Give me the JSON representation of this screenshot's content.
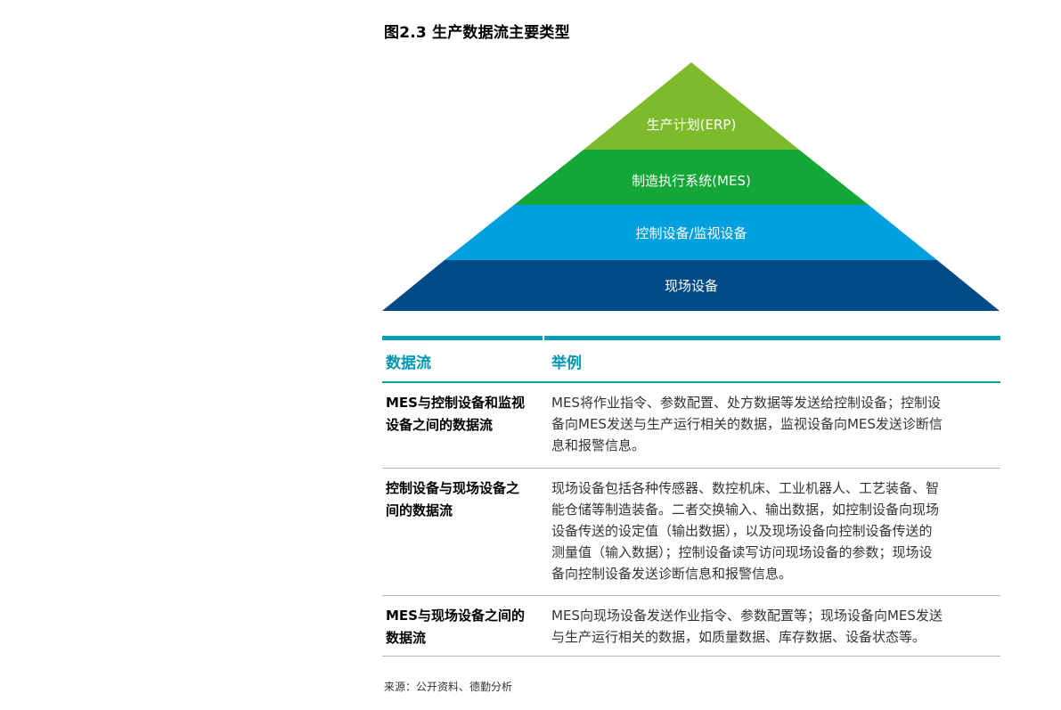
{
  "figure": {
    "title": "图2.3 生产数据流主要类型"
  },
  "pyramid": {
    "layers": [
      {
        "label": "生产计划(ERP)",
        "color": "#7dbb2d"
      },
      {
        "label": "制造执行系统(MES)",
        "color": "#14a636"
      },
      {
        "label": "控制设备/监视设备",
        "color": "#00a0df"
      },
      {
        "label": "现场设备",
        "color": "#004a86"
      }
    ]
  },
  "table": {
    "header": {
      "col1": "数据流",
      "col2": "举例"
    },
    "rows": [
      {
        "flow_line1": "MES与控制设备和监视",
        "flow_line2": "设备之间的数据流",
        "example_lines": [
          "MES将作业指令、参数配置、处方数据等发送给控制设备；控制设",
          "备向MES发送与生产运行相关的数据，监视设备向MES发送诊断信",
          "息和报警信息。"
        ]
      },
      {
        "flow_line1": "控制设备与现场设备之",
        "flow_line2": "间的数据流",
        "example_lines": [
          "现场设备包括各种传感器、数控机床、工业机器人、工艺装备、智",
          "能仓储等制造装备。二者交换输入、输出数据，如控制设备向现场",
          "设备传送的设定值（输出数据），以及现场设备向控制设备传送的",
          "测量值（输入数据）；控制设备读写访问现场设备的参数；现场设",
          "备向控制设备发送诊断信息和报警信息。"
        ]
      },
      {
        "flow_line1": "MES与现场设备之间的",
        "flow_line2": "数据流",
        "example_lines": [
          "MES向现场设备发送作业指令、参数配置等；现场设备向MES发送",
          "与生产运行相关的数据，如质量数据、库存数据、设备状态等。"
        ]
      }
    ]
  },
  "source": "来源：公开资料、德勤分析",
  "colors": {
    "accent": "#00a0b0",
    "header_text": "#0097b2"
  }
}
